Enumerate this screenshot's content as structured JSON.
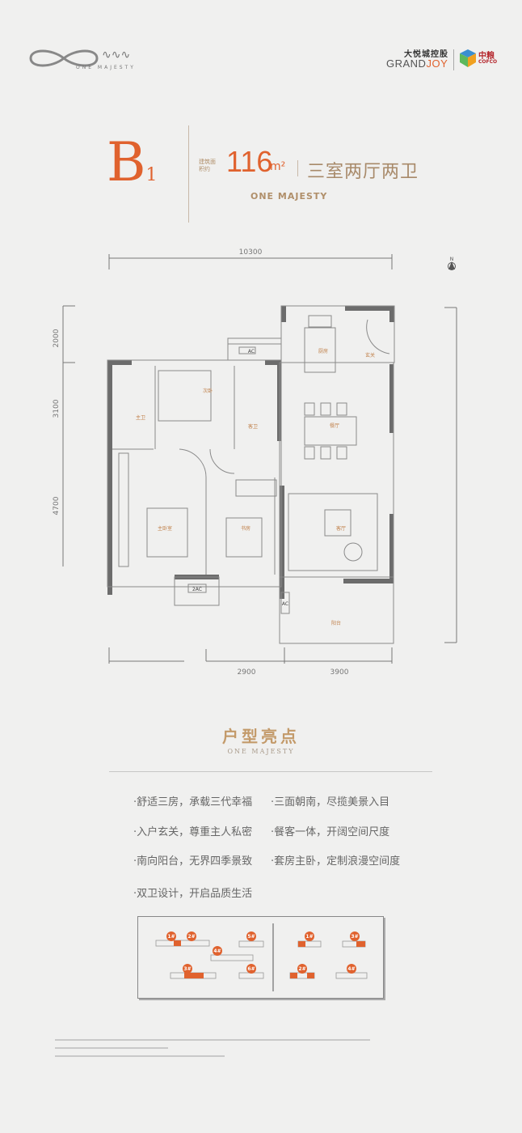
{
  "header": {
    "project_logo_text": "ONE MAJESTY",
    "developer_cn": "大悦城控股",
    "developer_en_prefix": "GRAND",
    "developer_en_suffix": "JOY",
    "partner_cn": "中粮",
    "partner_en": "COFCO"
  },
  "unit": {
    "code": "B",
    "code_sub": "1",
    "area_label": "建筑面积约",
    "area_value": "116",
    "area_unit": "m²",
    "layout": "三室两厅两卫",
    "brand": "ONE MAJESTY"
  },
  "floor_plan": {
    "dim_top": "10300",
    "dims_left": [
      "2000",
      "3100",
      "4700"
    ],
    "dims_bottom": [
      "2900",
      "3900"
    ],
    "north": "N",
    "rooms": {
      "kitchen": "厨房",
      "foyer": "玄关",
      "second_bedroom": "次卧",
      "master_bath": "主卫",
      "guest_bath": "客卫",
      "dining": "餐厅",
      "master_bedroom": "主卧室",
      "study": "书房",
      "living": "客厅",
      "balcony": "阳台"
    },
    "ac_labels": [
      "AC",
      "2AC",
      "AC"
    ]
  },
  "highlights": {
    "title": "户型亮点",
    "subtitle": "ONE MAJESTY",
    "items": [
      "·舒适三房，承载三代幸福",
      "·三面朝南，尽揽美景入目",
      "·入户玄关，尊重主人私密",
      "·餐客一体，开阔空间尺度",
      "·南向阳台，无界四季景致",
      "·套房主卧，定制浪漫空间度",
      "·双卫设计，开启品质生活"
    ]
  },
  "site_plan": {
    "left_buildings": [
      "1#",
      "2#",
      "3#",
      "4#",
      "5#",
      "6#"
    ],
    "right_buildings": [
      "1#",
      "2#",
      "3#",
      "4#"
    ],
    "accent_color": "#e0622e"
  },
  "colors": {
    "accent": "#e0622e",
    "gold": "#b08f6a",
    "background": "#f0f0ef"
  }
}
